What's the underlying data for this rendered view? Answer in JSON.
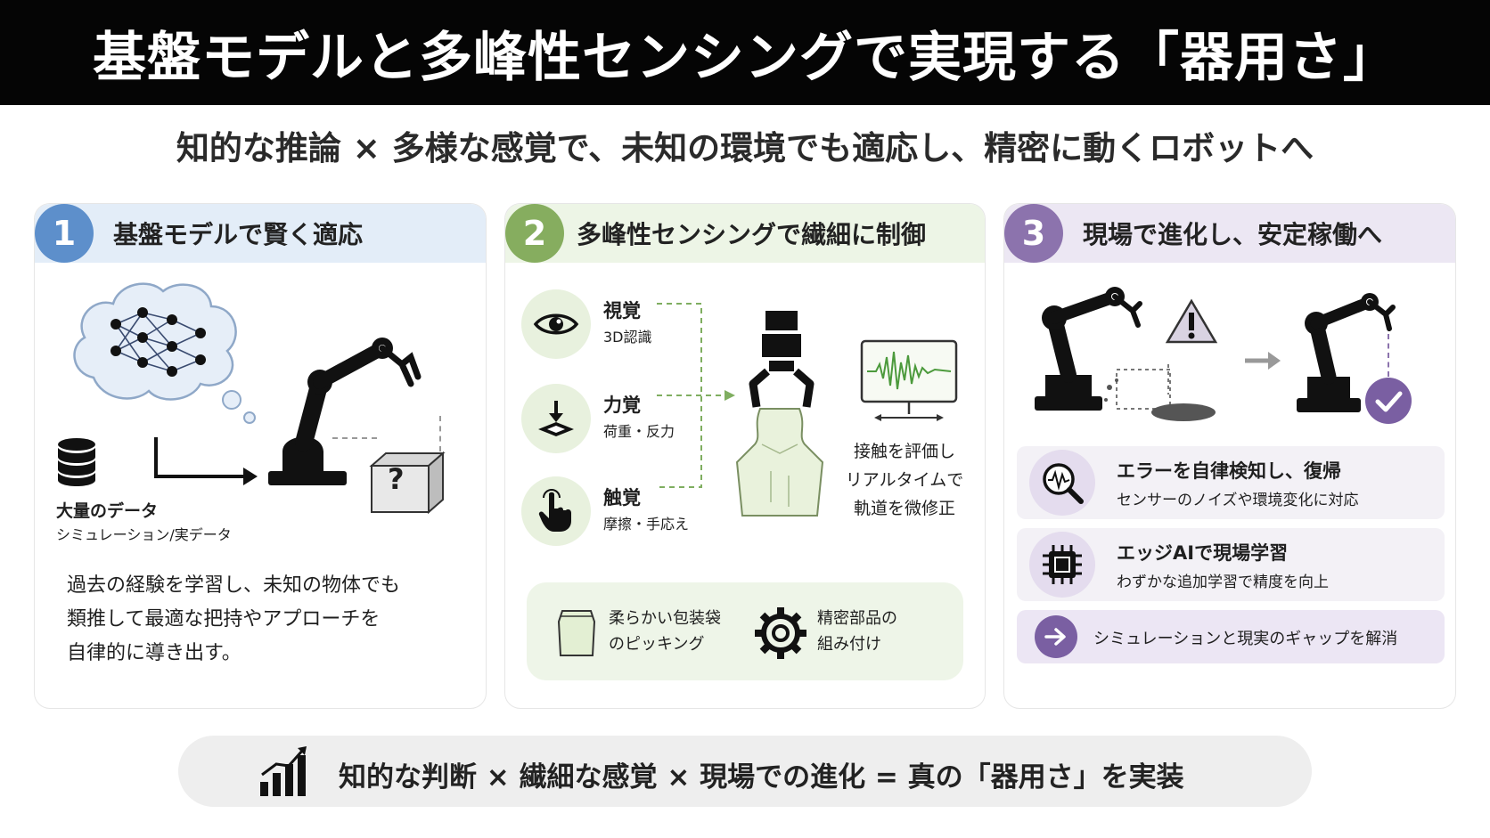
{
  "title": "基盤モデルと多峰性センシングで実現する「器用さ」",
  "subtitle": "知的な推論 × 多様な感覚で、未知の環境でも適応し、精密に動くロボットへ",
  "panel1": {
    "number": "1",
    "heading": "基盤モデルで賢く適応",
    "data_label": "大量のデータ",
    "data_sub": "シミュレーション/実データ",
    "unknown_mark": "?",
    "body_lines": [
      "過去の経験を学習し、未知の物体でも",
      "類推して最適な把持やアプローチを",
      "自律的に導き出す。"
    ]
  },
  "panel2": {
    "number": "2",
    "heading": "多峰性センシングで繊細に制御",
    "senses": [
      {
        "label": "視覚",
        "sub": "3D認識"
      },
      {
        "label": "力覚",
        "sub": "荷重・反力"
      },
      {
        "label": "触覚",
        "sub": "摩擦・手応え"
      }
    ],
    "contact_lines": [
      "接触を評価し",
      "リアルタイムで",
      "軌道を微修正"
    ],
    "apps": [
      {
        "lines": [
          "柔らかい包装袋",
          "のピッキング"
        ]
      },
      {
        "lines": [
          "精密部品の",
          "組み付け"
        ]
      }
    ]
  },
  "panel3": {
    "number": "3",
    "heading": "現場で進化し、安定稼働へ",
    "cards": [
      {
        "title": "エラーを自律検知し、復帰",
        "sub": "センサーのノイズや環境変化に対応"
      },
      {
        "title": "エッジAIで現場学習",
        "sub": "わずかな追加学習で精度を向上"
      }
    ],
    "banner": "シミュレーションと現実のギャップを解消"
  },
  "footer": "知的な判断 × 繊細な感覚 × 現場での進化 = 真の「器用さ」を実装",
  "icons": {
    "brain": "neural-network-icon",
    "database": "database-icon",
    "eye": "eye-icon",
    "force": "force-sensor-icon",
    "touch": "hand-touch-icon",
    "waveform": "waveform-monitor-icon",
    "warning": "warning-icon",
    "check": "check-icon",
    "search": "search-waveform-icon",
    "chip": "chip-icon",
    "arrow": "arrow-right-icon",
    "chart": "bar-chart-icon",
    "gear": "gear-icon",
    "bag": "bag-icon"
  },
  "colors": {
    "panel1_accent": "#5d8fcb",
    "panel2_accent": "#86ad5f",
    "panel3_accent": "#8c73ad",
    "title_bg": "#050505"
  }
}
